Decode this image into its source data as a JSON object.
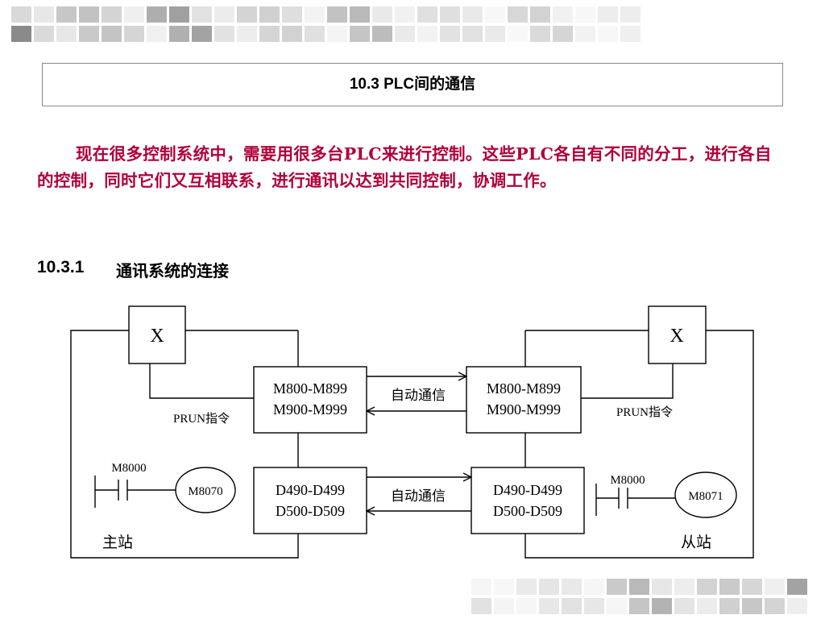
{
  "slide": {
    "title": "10.3  PLC间的通信",
    "paragraph": "现在很多控制系统中，需要用很多台PLC来进行控制。这些PLC各自有不同的分工，进行各自的控制，同时它们又互相联系，进行通讯以达到共同控制，协调工作。",
    "subheading_number": "10.3.1",
    "subheading_text": "通讯系统的连接"
  },
  "diagram": {
    "master": {
      "x_box": "X",
      "m_range_1": "M800-M899",
      "m_range_2": "M900-M999",
      "d_range_1": "D490-D499",
      "d_range_2": "D500-D509",
      "prun": "PRUN指令",
      "contact": "M8000",
      "coil": "M8070",
      "station": "主站"
    },
    "slave": {
      "x_box": "X",
      "m_range_1": "M800-M899",
      "m_range_2": "M900-M999",
      "d_range_1": "D490-D499",
      "d_range_2": "D500-D509",
      "prun": "PRUN指令",
      "contact": "M8000",
      "coil": "M8071",
      "station": "从站"
    },
    "link_label_top": "自动通信",
    "link_label_bottom": "自动通信"
  },
  "colors": {
    "paragraph_text": "#b0003a",
    "lines": "#000000"
  }
}
